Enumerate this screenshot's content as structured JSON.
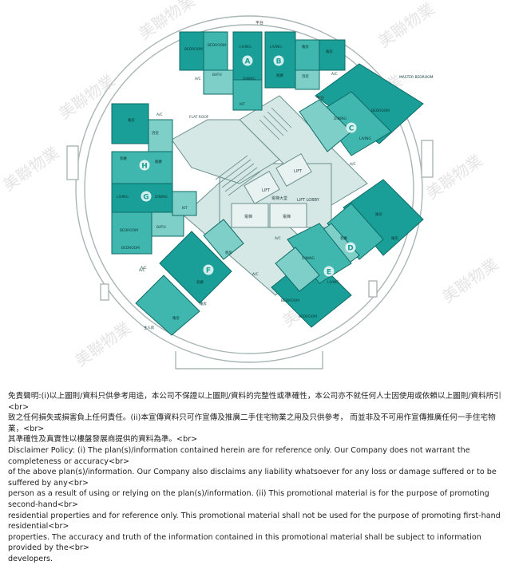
{
  "floor_plan": {
    "colors": {
      "unit_dark": "#1a9e98",
      "unit_mid": "#3fb6ae",
      "unit_light": "#7fcfc9",
      "core": "#cfe4e2",
      "core_line": "#6a8f8c",
      "outline": "#9aa8a8",
      "watermark": "#c9c9c9"
    },
    "unit_letters": [
      "A",
      "B",
      "C",
      "D",
      "E",
      "F",
      "G",
      "H"
    ],
    "room_labels": {
      "bedroom": "BEDROOM",
      "living": "LIVING",
      "dining": "DINING",
      "bath": "BATH",
      "kit": "KIT",
      "ac": "A/C",
      "master_bedroom": "MASTER BEDROOM",
      "flat_roof": "FLAT ROOF",
      "lift": "LIFT",
      "lift_lobby": "LIFT LOBBY",
      "terrace": "平台",
      "cn_bedroom": "睡房",
      "cn_living": "客廳",
      "cn_dining": "飯廳",
      "cn_bath": "浴室",
      "cn_kitchen": "廚房",
      "cn_master": "主人房",
      "cn_lift": "電梯",
      "cn_lobby": "電梯大堂"
    },
    "watermark_text": "美聯物業"
  },
  "disclaimer": {
    "zh_line1": "免責聲明:(i)以上圖則/資料只供參考用途，本公司不保證以上圖則/資料的完整性或準確性，本公司亦不就任何人士因使用或依賴以上圖則/資料所引<br>",
    "zh_line2": "致之任何損失或損害負上任何責任。(ii)本宣傳資料只可作宣傳及推廣二手住宅物業之用及只供參考， 而並非及不可用作宣傳推廣任何一手住宅物業，<br>",
    "zh_line3": "其準確性及真實性以樓盤發展商提供的資料為準。<br>",
    "en_line1": "Disclaimer Policy: (i) The plan(s)/information contained herein are for reference only. Our Company does not warrant the completeness or accuracy<br>",
    "en_line2": "of the above plan(s)/information. Our Company also disclaims any liability whatsoever for any loss or damage suffered or to be suffered by any<br>",
    "en_line3": "person as a result of using or relying on the plan(s)/information. (ii) This promotional material is for the purpose of promoting second-hand<br>",
    "en_line4": "residential properties and for reference only. This promotional material shall not be used for the purpose of promoting first-hand residential<br>",
    "en_line5": "properties. The accuracy and truth of the information contained in this promotional material shall be subject to information provided by the<br>",
    "en_line6": "developers."
  }
}
